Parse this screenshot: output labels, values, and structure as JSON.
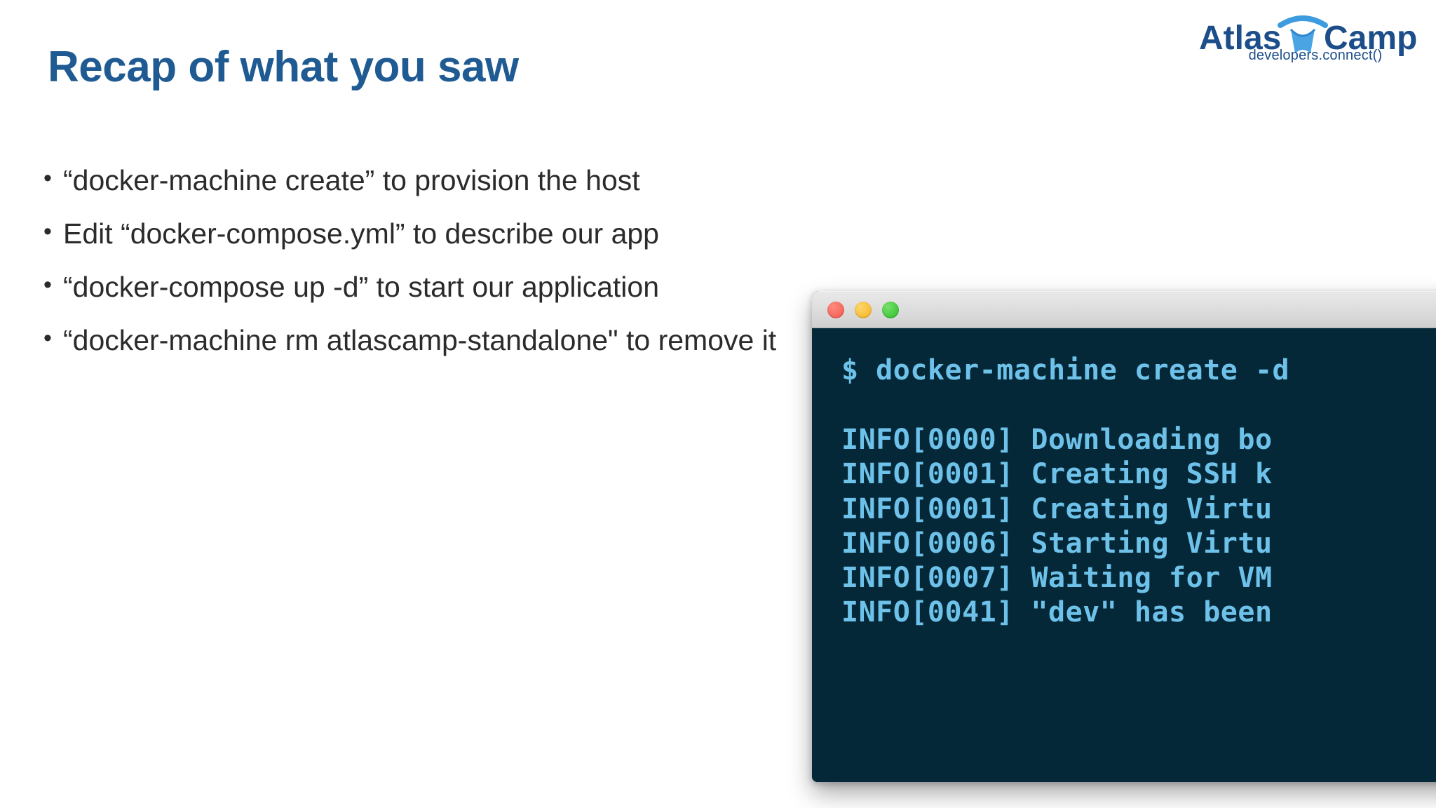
{
  "slide": {
    "title": "Recap of what you saw",
    "title_color": "#1f5b92",
    "background_color": "#ffffff",
    "bullet_marker": "•",
    "bullets": [
      "“docker-machine create” to provision the host",
      "Edit “docker-compose.yml” to describe our app",
      "“docker-compose up -d” to start our application",
      "“docker-machine rm atlascamp-standalone\" to remove it"
    ]
  },
  "logo": {
    "word_one": "Atlas",
    "word_two": "Camp",
    "tagline": "developers.connect()",
    "dark_blue": "#1c4e8a",
    "light_blue": "#3d9be0"
  },
  "terminal": {
    "window_controls": {
      "close_color": "#f1564b",
      "minimize_color": "#f2b322",
      "zoom_color": "#29bd29"
    },
    "background_color": "#042838",
    "text_color": "#6ec2ea",
    "prompt_line": "$ docker-machine create -d",
    "lines": [
      "INFO[0000] Downloading bo",
      "INFO[0001] Creating SSH k",
      "INFO[0001] Creating Virtu",
      "INFO[0006] Starting Virtu",
      "INFO[0007] Waiting for VM",
      "INFO[0041] \"dev\" has been"
    ]
  }
}
